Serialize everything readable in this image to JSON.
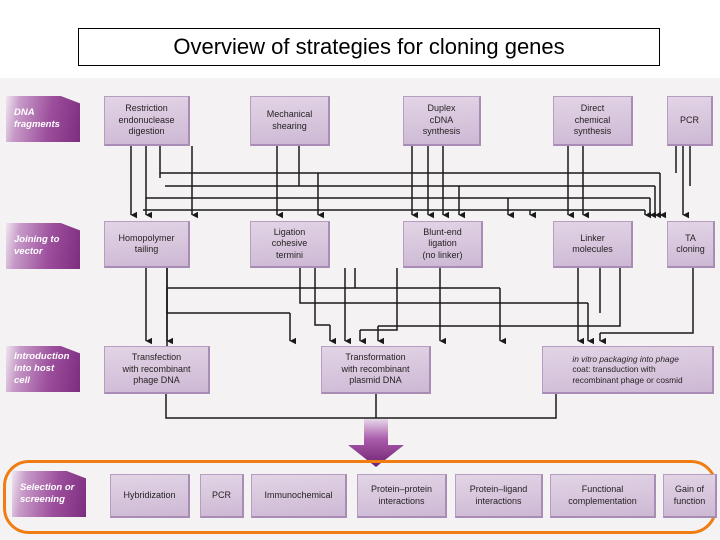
{
  "title": {
    "text": "Overview of strategies for cloning genes"
  },
  "colors": {
    "banner_dark_purple": "#7d2d7f",
    "banner_mid_purple": "#9c4f9c",
    "box_fill": "#d9c8de",
    "box_border": "#b69ec0",
    "arrow_purple": "#7d2d7f",
    "frame_orange": "#f07d12",
    "canvas_background": "#f4f2f3",
    "wire_black": "#1a1a1a"
  },
  "diagram": {
    "type": "flowchart",
    "stages": [
      {
        "id": "dna-fragments",
        "label_lines": [
          "DNA",
          "fragments"
        ],
        "boxes": [
          {
            "id": "restriction-endonuclease-digestion",
            "lines": [
              "Restriction",
              "endonuclease",
              "digestion"
            ]
          },
          {
            "id": "mechanical-shearing",
            "lines": [
              "Mechanical",
              "shearing"
            ]
          },
          {
            "id": "duplex-cdna-synthesis",
            "lines": [
              "Duplex",
              "cDNA",
              "synthesis"
            ]
          },
          {
            "id": "direct-chemical-synthesis",
            "lines": [
              "Direct",
              "chemical",
              "synthesis"
            ]
          },
          {
            "id": "pcr",
            "lines": [
              "PCR"
            ]
          }
        ]
      },
      {
        "id": "joining-to-vector",
        "label_lines": [
          "Joining to",
          "vector"
        ],
        "boxes": [
          {
            "id": "homopolymer-tailing",
            "lines": [
              "Homopolymer",
              "tailing"
            ]
          },
          {
            "id": "ligation-cohesive-termini",
            "lines": [
              "Ligation",
              "cohesive",
              "termini"
            ]
          },
          {
            "id": "blunt-end-ligation",
            "lines": [
              "Blunt-end",
              "ligation",
              "(no linker)"
            ]
          },
          {
            "id": "linker-molecules",
            "lines": [
              "Linker",
              "molecules"
            ]
          },
          {
            "id": "ta-cloning",
            "lines": [
              "TA",
              "cloning"
            ]
          }
        ]
      },
      {
        "id": "introduction-into-host-cell",
        "label_lines": [
          "Introduction",
          "into host cell"
        ],
        "boxes": [
          {
            "id": "transfection-recombinant-phage-dna",
            "lines": [
              "Transfection",
              "with recombinant",
              "phage DNA"
            ]
          },
          {
            "id": "transformation-recombinant-plasmid-dna",
            "lines": [
              "Transformation",
              "with recombinant",
              "plasmid DNA"
            ]
          },
          {
            "id": "in-vitro-packaging",
            "lines": [
              "in vitro packaging into phage",
              "coat: transduction with",
              "recombinant phage or cosmid"
            ],
            "italic_first_words": "in vitro"
          }
        ]
      },
      {
        "id": "selection-or-screening",
        "label_lines": [
          "Selection or",
          "screening"
        ],
        "boxes": [
          {
            "id": "hybridization",
            "lines": [
              "Hybridization"
            ]
          },
          {
            "id": "pcr-screening",
            "lines": [
              "PCR"
            ]
          },
          {
            "id": "immunochemical",
            "lines": [
              "Immunochemical"
            ]
          },
          {
            "id": "protein-protein-interactions",
            "lines": [
              "Protein–protein",
              "interactions"
            ]
          },
          {
            "id": "protein-ligand-interactions",
            "lines": [
              "Protein–ligand",
              "interactions"
            ]
          },
          {
            "id": "functional-complementation",
            "lines": [
              "Functional",
              "complementation"
            ]
          },
          {
            "id": "gain-of-function",
            "lines": [
              "Gain of",
              "function"
            ]
          }
        ]
      }
    ]
  }
}
